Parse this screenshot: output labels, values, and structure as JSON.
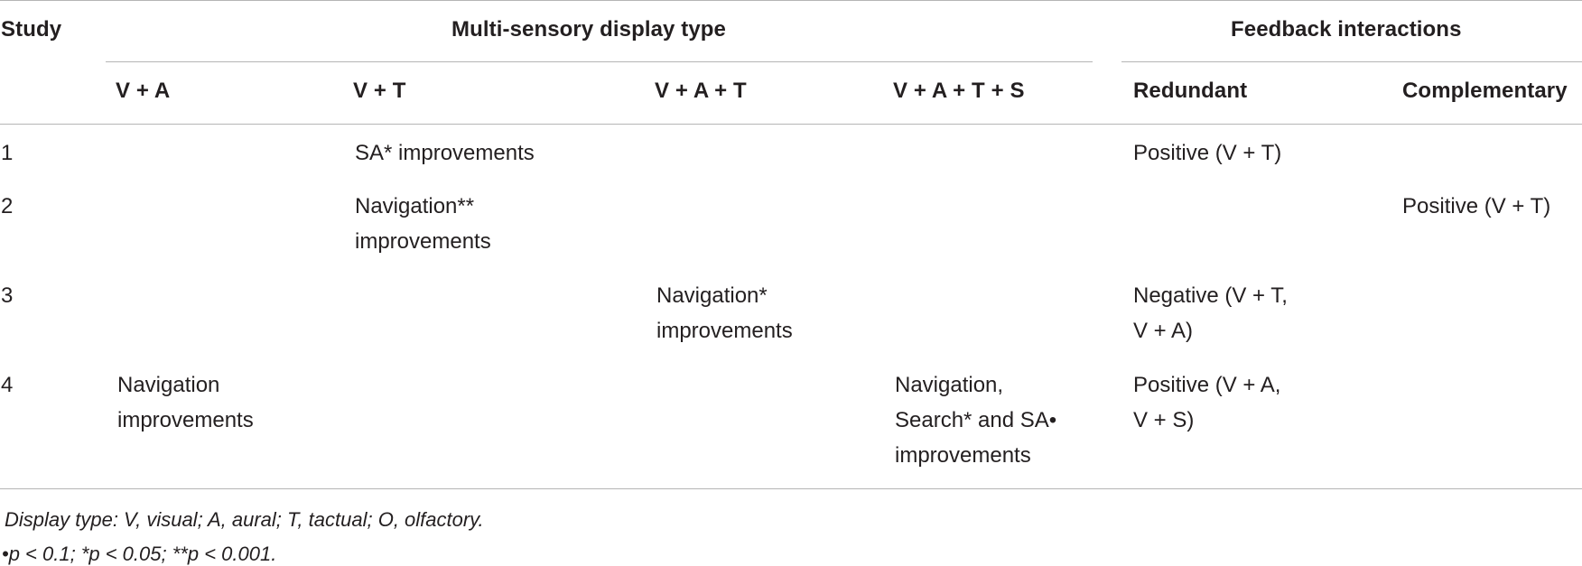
{
  "table": {
    "header": {
      "study": "Study",
      "group_display": "Multi-sensory display type",
      "group_feedback": "Feedback interactions",
      "columns": [
        "V + A",
        "V + T",
        "V + A + T",
        "V + A + T + S",
        "Redundant",
        "Complementary"
      ]
    },
    "rows": [
      {
        "study": "1",
        "va": "",
        "vt": "SA* improvements",
        "vat": "",
        "vats": "",
        "redundant": "Positive (V + T)",
        "complementary": ""
      },
      {
        "study": "2",
        "va": "",
        "vt": "Navigation** improvements",
        "vat": "",
        "vats": "",
        "redundant": "",
        "complementary": "Positive (V + T)"
      },
      {
        "study": "3",
        "va": "",
        "vt": "",
        "vat": "Navigation* improvements",
        "vats": "",
        "redundant": "Negative (V + T, V + A)",
        "complementary": ""
      },
      {
        "study": "4",
        "va": "Navigation improvements",
        "vt": "",
        "vat": "",
        "vats": "Navigation, Search* and SA• improvements",
        "redundant": "Positive (V + A, V + S)",
        "complementary": ""
      }
    ]
  },
  "footnotes": [
    "Display type: V, visual; A, aural; T, tactual; O, olfactory.",
    "•p < 0.1; *p < 0.05; **p < 0.001."
  ]
}
